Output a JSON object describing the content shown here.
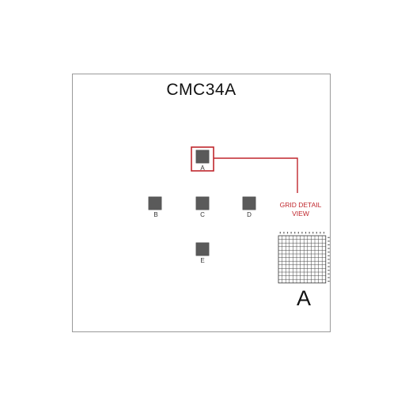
{
  "title": "CMC34A",
  "accent_color": "#c0272d",
  "chips": [
    {
      "id": "A",
      "label": "A",
      "highlighted": true
    },
    {
      "id": "B",
      "label": "B",
      "highlighted": false
    },
    {
      "id": "C",
      "label": "C",
      "highlighted": false
    },
    {
      "id": "D",
      "label": "D",
      "highlighted": false
    },
    {
      "id": "E",
      "label": "E",
      "highlighted": false
    }
  ],
  "detail": {
    "label_line1": "GRID DETAIL",
    "label_line2": "VIEW",
    "letter": "A",
    "grid_rows": 13,
    "grid_cols": 13
  }
}
